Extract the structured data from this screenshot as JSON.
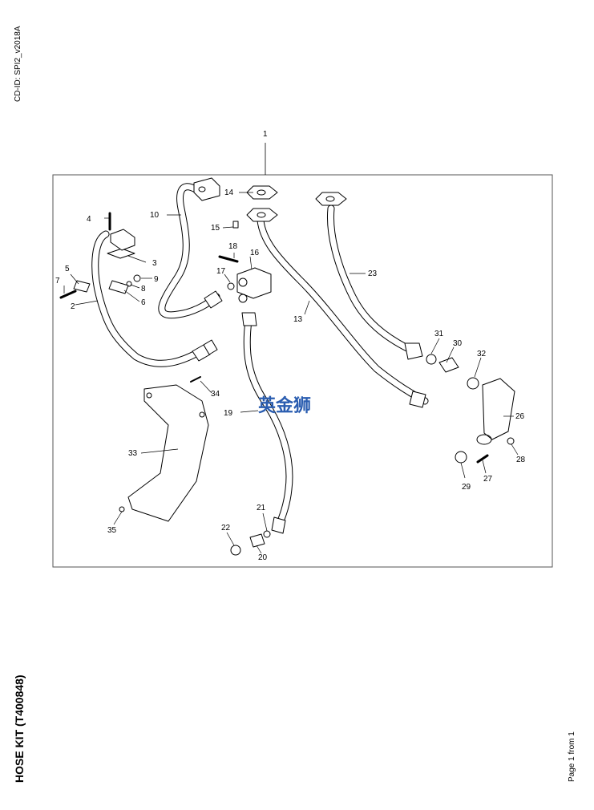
{
  "header": {
    "cd_id": "CD-ID: SPI2_v2018A"
  },
  "title": "HOSE KIT (T400848)",
  "footer": {
    "page_info": "Page 1 from 1"
  },
  "watermark": "英金狮",
  "callouts": {
    "c1": "1",
    "c2": "2",
    "c3": "3",
    "c4": "4",
    "c5": "5",
    "c6": "6",
    "c7": "7",
    "c8": "8",
    "c9": "9",
    "c10": "10",
    "c13": "13",
    "c14": "14",
    "c15": "15",
    "c16": "16",
    "c17": "17",
    "c18": "18",
    "c19": "19",
    "c20": "20",
    "c21": "21",
    "c22": "22",
    "c23": "23",
    "c26": "26",
    "c27": "27",
    "c28": "28",
    "c29": "29",
    "c30": "30",
    "c31": "31",
    "c32": "32",
    "c33": "33",
    "c34": "34",
    "c35": "35"
  }
}
